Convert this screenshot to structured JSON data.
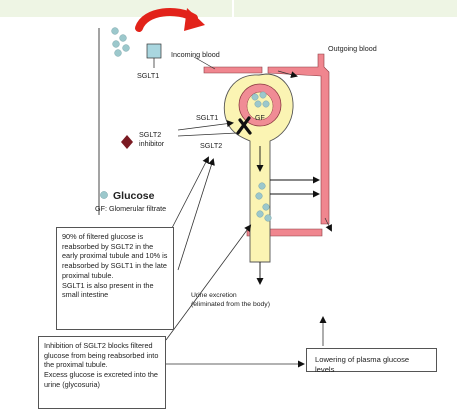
{
  "labels": {
    "sglt1_top": "SGLT1",
    "incoming_blood": "Incoming blood",
    "outgoing_blood": "Outgoing blood",
    "sglt2_inhibitor_line1": "SGLT2",
    "sglt2_inhibitor_line2": "inhibitor",
    "sglt1_mid": "SGLT1",
    "sglt2_mid": "SGLT2",
    "gf": "GF",
    "legend_glucose": "Glucose",
    "legend_gf": "GF: Glomerular filtrate",
    "urine_line1": "Urine excretion",
    "urine_line2": "(eliminated from the body)"
  },
  "boxes": {
    "reabsorption_para1": "90% of filtered glucose is reabsorbed by SGLT2 in the early proximal tubule and 10% is reabsorbed by SGLT1 in the late proximal tubule.",
    "reabsorption_para2": "SGLT1 is also present in the small intestine",
    "inhibition_para1": "Inhibition of SGLT2 blocks filtered glucose from being reabsorbed into the proximal tubule.",
    "inhibition_para2": "Excess glucose is excreted into the urine (glycosuria)",
    "lowering": "Lowering of plasma glucose levels"
  },
  "colors": {
    "glucose": "#9cc8cc",
    "vessel": "#f0868f",
    "tubule": "#fbf4b3",
    "inhibitor": "#7a1a22",
    "curved_arrow": "#e2231a"
  }
}
